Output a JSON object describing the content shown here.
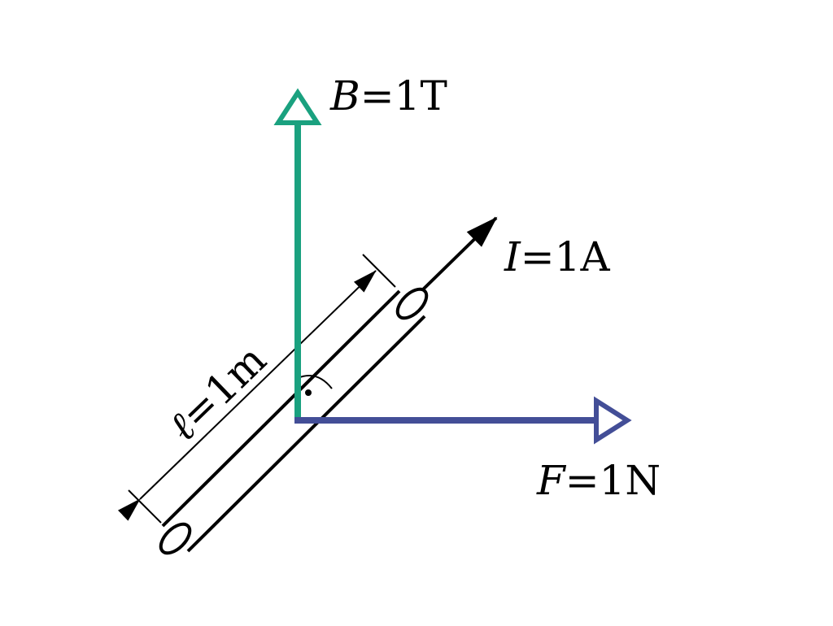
{
  "colors": {
    "magnetic_field": "#1aa17f",
    "force": "#434e97",
    "current": "#000000",
    "conductor_outline": "#000000",
    "background": "#ffffff"
  },
  "labels": {
    "magnetic_field": {
      "symbol": "B",
      "value": "=1T"
    },
    "current": {
      "symbol": "I",
      "value": "=1A"
    },
    "force": {
      "symbol": "F",
      "value": "=1N"
    },
    "length": {
      "symbol": "ℓ",
      "value": "=1m"
    }
  }
}
